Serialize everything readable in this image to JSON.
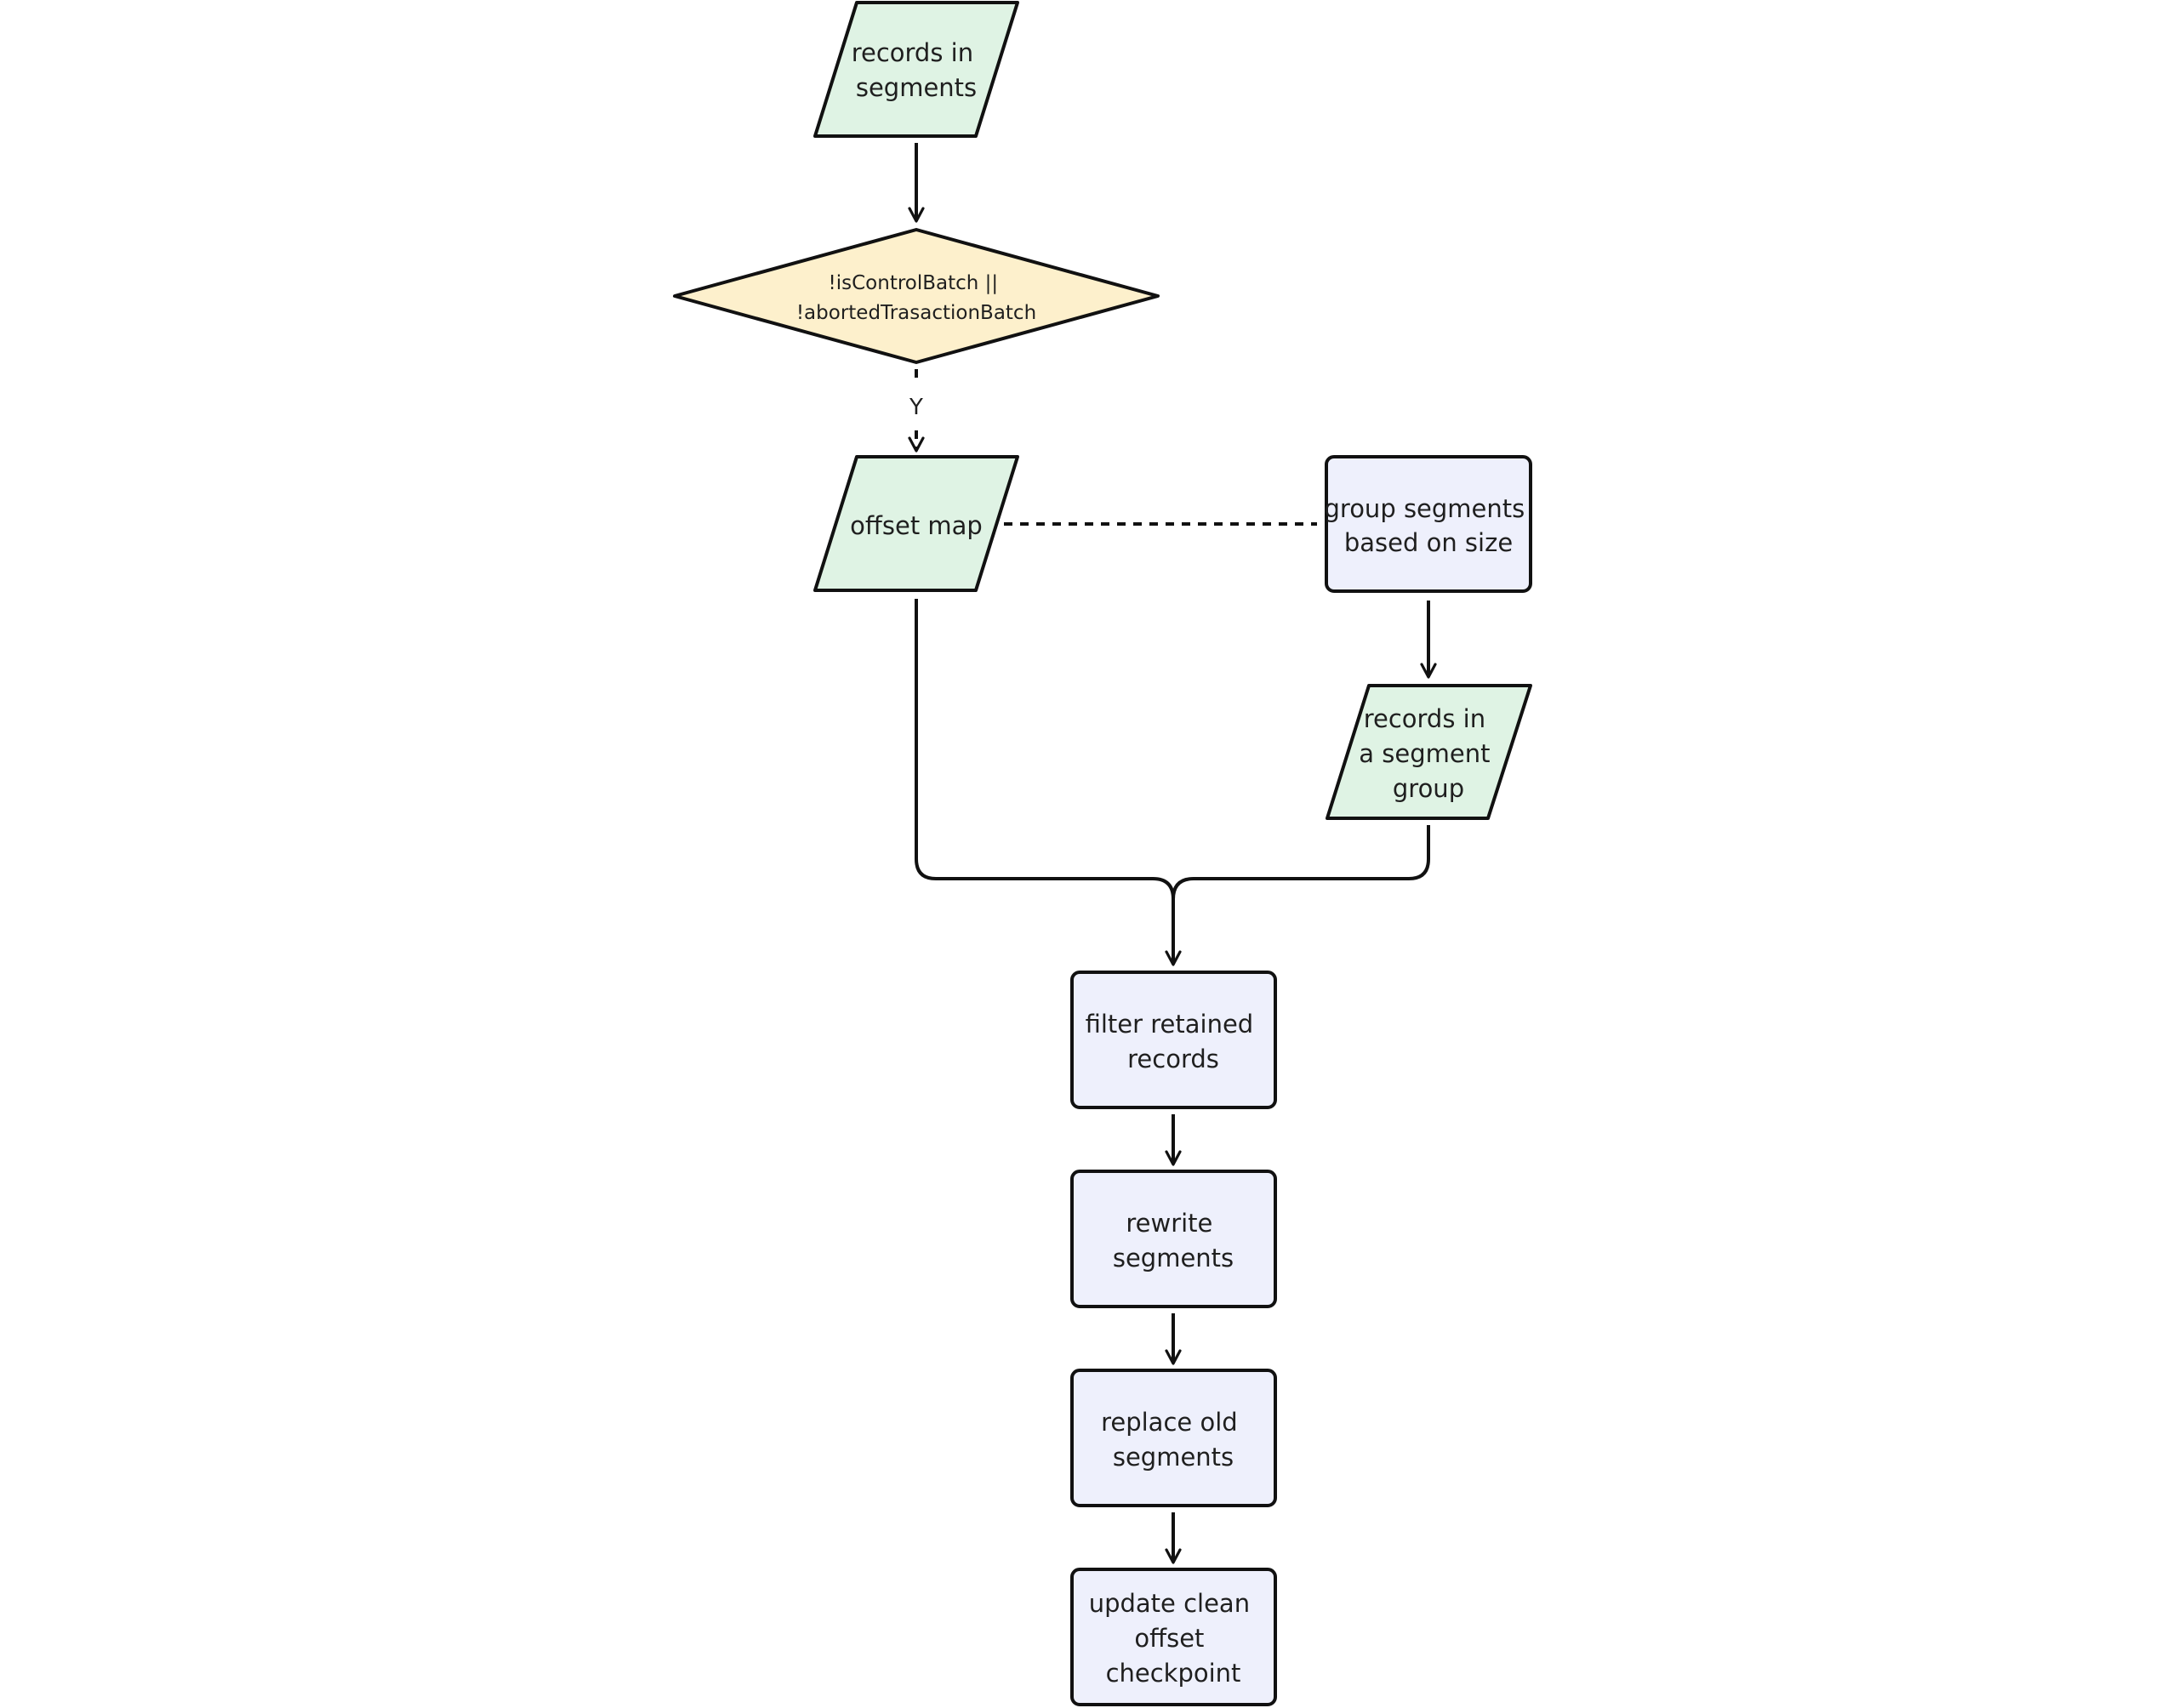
{
  "colors": {
    "io_fill": "#dff3e4",
    "decision_fill": "#fdf0cc",
    "process_fill": "#eef0fc",
    "stroke": "#111111",
    "text": "#1f1f1f"
  },
  "nodes": {
    "records_in_segments": {
      "shape": "parallelogram",
      "lines": [
        "records in",
        "segments"
      ]
    },
    "decision": {
      "shape": "diamond",
      "lines": [
        "!isControlBatch ||",
        "!abortedTrasactionBatch"
      ]
    },
    "offset_map": {
      "shape": "parallelogram",
      "lines": [
        "offset map"
      ]
    },
    "group_segments": {
      "shape": "rounded-rect",
      "lines": [
        "group segments",
        "based on size"
      ]
    },
    "records_in_group": {
      "shape": "parallelogram",
      "lines": [
        "records in",
        "a segment",
        "group"
      ]
    },
    "filter_retained": {
      "shape": "rounded-rect",
      "lines": [
        "filter retained",
        "records"
      ]
    },
    "rewrite_segments": {
      "shape": "rounded-rect",
      "lines": [
        "rewrite",
        "segments"
      ]
    },
    "replace_old": {
      "shape": "rounded-rect",
      "lines": [
        "replace old",
        "segments"
      ]
    },
    "update_checkpoint": {
      "shape": "rounded-rect",
      "lines": [
        "update clean",
        "offset",
        "checkpoint"
      ]
    }
  },
  "edges": {
    "decision_yes_label": "Y"
  }
}
